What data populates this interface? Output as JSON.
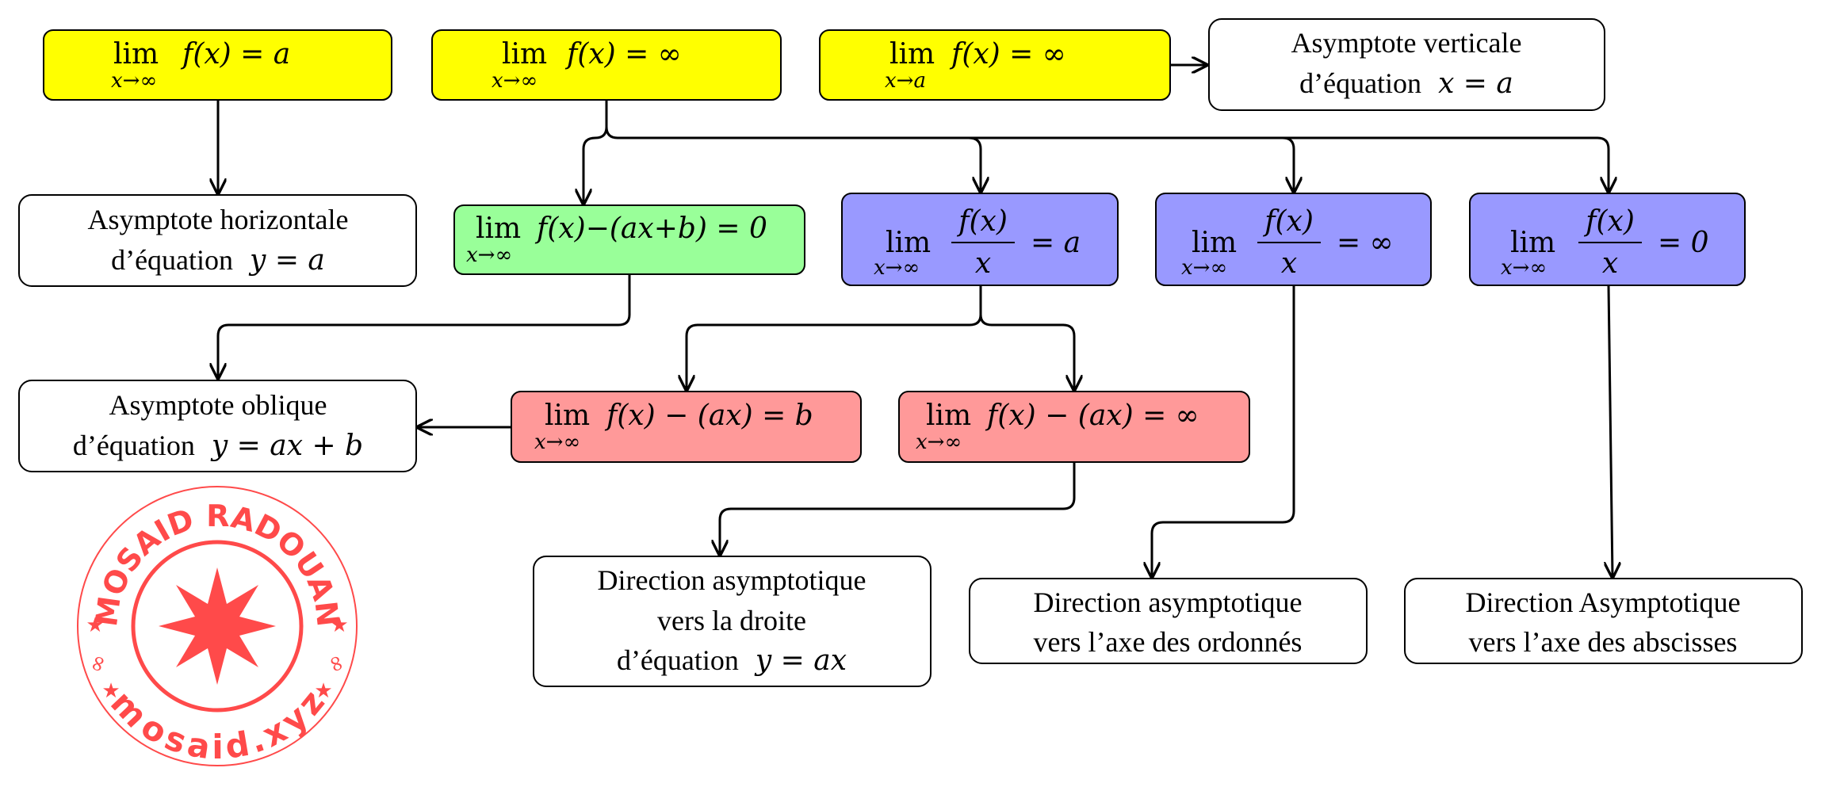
{
  "colors": {
    "yellow": "#ffff00",
    "green": "#99ff99",
    "blue": "#9999ff",
    "red": "#ff9999",
    "white": "#ffffff",
    "stamp": "#ff4a4a"
  },
  "nodes": {
    "lim_a": {
      "lim": "lim",
      "sub": "x→∞",
      "expr": "f(x) = a"
    },
    "lim_inf": {
      "lim": "lim",
      "sub": "x→∞",
      "expr": "f(x) = ∞"
    },
    "lim_xa": {
      "lim": "lim",
      "sub": "x→a",
      "expr": "f(x) = ∞"
    },
    "asym_vert": {
      "line1": "Asymptote verticale",
      "line2_prefix": "d’équation",
      "line2_math": "x = a"
    },
    "asym_horiz": {
      "line1": "Asymptote horizontale",
      "line2_prefix": "d’équation",
      "line2_math": "y = a"
    },
    "oblique_check": {
      "lim": "lim",
      "sub": "x→∞",
      "expr": "f(x)−(ax+b) = 0"
    },
    "ratio_a": {
      "lim": "lim",
      "sub": "x→∞",
      "num": "f(x)",
      "den": "x",
      "rhs": "= a"
    },
    "ratio_inf": {
      "lim": "lim",
      "sub": "x→∞",
      "num": "f(x)",
      "den": "x",
      "rhs": "= ∞"
    },
    "ratio_zero": {
      "lim": "lim",
      "sub": "x→∞",
      "num": "f(x)",
      "den": "x",
      "rhs": "= 0"
    },
    "asym_oblique": {
      "line1": "Asymptote oblique",
      "line2_prefix": "d’équation",
      "line2_math": "y = ax + b"
    },
    "diff_b": {
      "lim": "lim",
      "sub": "x→∞",
      "expr": "f(x) − (ax) = b"
    },
    "diff_inf": {
      "lim": "lim",
      "sub": "x→∞",
      "expr": "f(x) − (ax) = ∞"
    },
    "dir_line": {
      "line1": "Direction asymptotique",
      "line2": "vers la droite",
      "line3_prefix": "d’équation",
      "line3_math": "y = ax"
    },
    "dir_ordonnes": {
      "line1": "Direction asymptotique",
      "line2": "vers l’axe des ordonnés"
    },
    "dir_abscisses": {
      "line1": "Direction Asymptotique",
      "line2": "vers l’axe des abscisses"
    }
  },
  "stamp": {
    "top_text": "MOSAID RADOUAN",
    "bottom_text": "mosaid.xyz",
    "side_symbol": "∞"
  }
}
